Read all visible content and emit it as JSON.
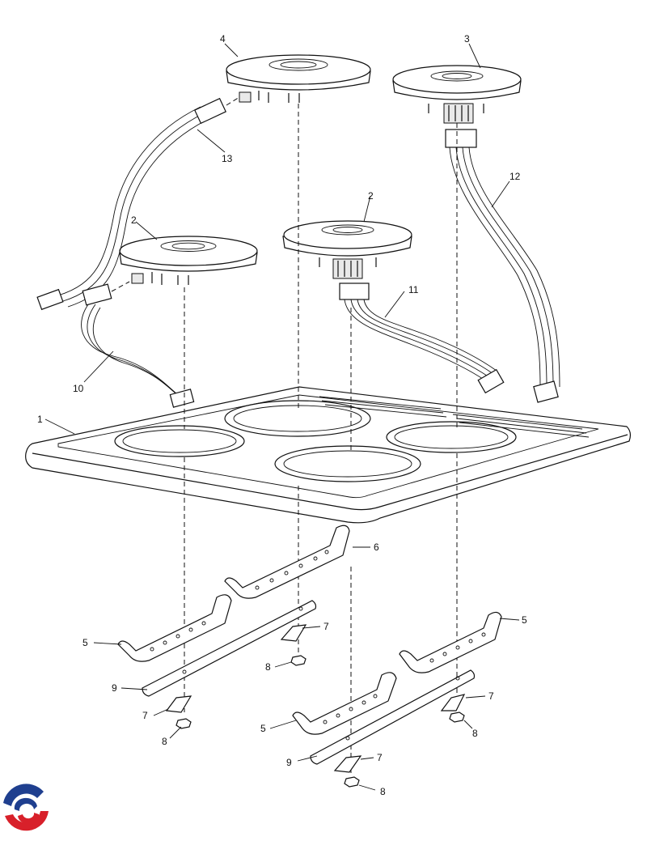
{
  "diagram": {
    "callouts": {
      "c1": "1",
      "c2a": "2",
      "c2b": "2",
      "c3": "3",
      "c4": "4",
      "c5a": "5",
      "c5b": "5",
      "c5c": "5",
      "c6": "6",
      "c7a": "7",
      "c7b": "7",
      "c7c": "7",
      "c7d": "7",
      "c8a": "8",
      "c8b": "8",
      "c8c": "8",
      "c8d": "8",
      "c9a": "9",
      "c9b": "9",
      "c10": "10",
      "c11": "11",
      "c12": "12",
      "c13": "13"
    }
  },
  "colors": {
    "logo_blue": "#1f3f8f",
    "logo_red": "#d8202a"
  }
}
